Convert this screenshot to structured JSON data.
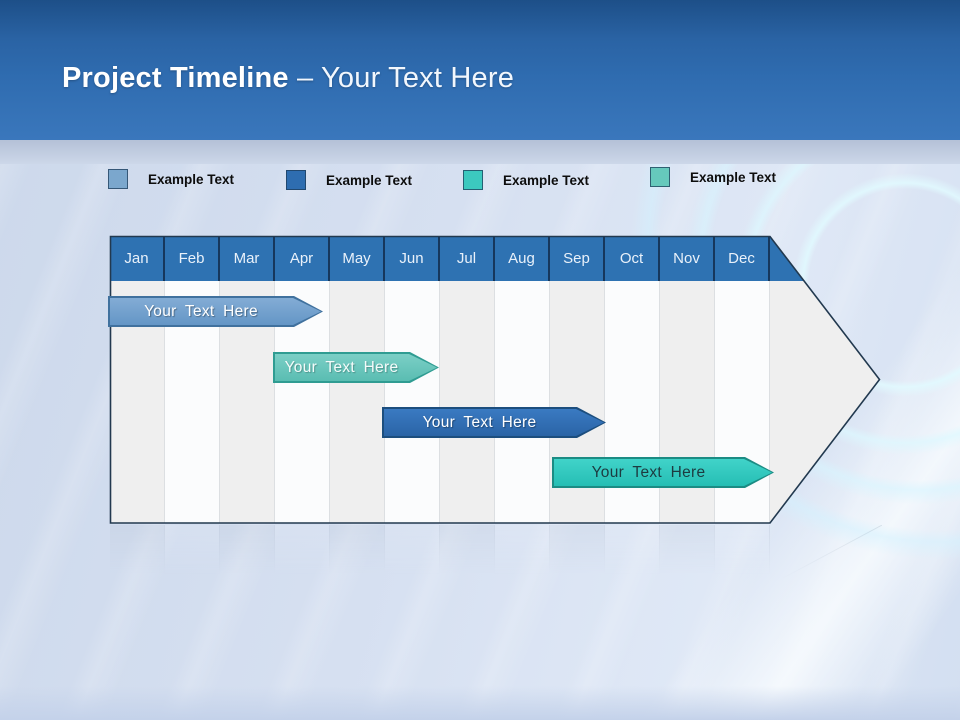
{
  "slide": {
    "title": {
      "bold": "Project Timeline",
      "regular": "– Your Text Here"
    }
  },
  "legend": {
    "items": [
      {
        "label": "Example Text",
        "color": "#7ba7cd",
        "swatch": "light-steel-blue"
      },
      {
        "label": "Example Text",
        "color": "#2e6db0",
        "swatch": "blue"
      },
      {
        "label": "Example Text",
        "color": "#3cc9bf",
        "swatch": "turquoise"
      },
      {
        "label": "Example Text",
        "color": "#66c9bc",
        "swatch": "light-teal"
      }
    ]
  },
  "timeline": {
    "months": [
      "Jan",
      "Feb",
      "Mar",
      "Apr",
      "May",
      "Jun",
      "Jul",
      "Aug",
      "Sep",
      "Oct",
      "Nov",
      "Dec"
    ],
    "month_row_color": "#2e72b2",
    "bars": [
      {
        "label": "Your Text Here",
        "start": "Jan",
        "end": "Apr",
        "fill": "#6f9fcc",
        "border": "#41719c",
        "text_color": "#ffffff"
      },
      {
        "label": "Your Text Here",
        "start": "Apr",
        "end": "Jun",
        "fill": "#68c7bd",
        "border": "#2f9c92",
        "text_color": "#ffffff"
      },
      {
        "label": "Your Text Here",
        "start": "Jun",
        "end": "Sep",
        "fill": "#2e6db4",
        "border": "#1c4e7e",
        "text_color": "#ffffff"
      },
      {
        "label": "Your Text Here",
        "start": "Sep",
        "end": "Dec",
        "fill": "#2fc8bf",
        "border": "#1b8c84",
        "text_color": "#1d3b40"
      }
    ]
  },
  "colors": {
    "header_top": "#1d4f88",
    "header_bottom": "#3a77bc",
    "background": "#d5e0f1",
    "body_stripe_a": "#efefef",
    "body_stripe_b": "#fbfcfd",
    "outline": "#22394f"
  }
}
